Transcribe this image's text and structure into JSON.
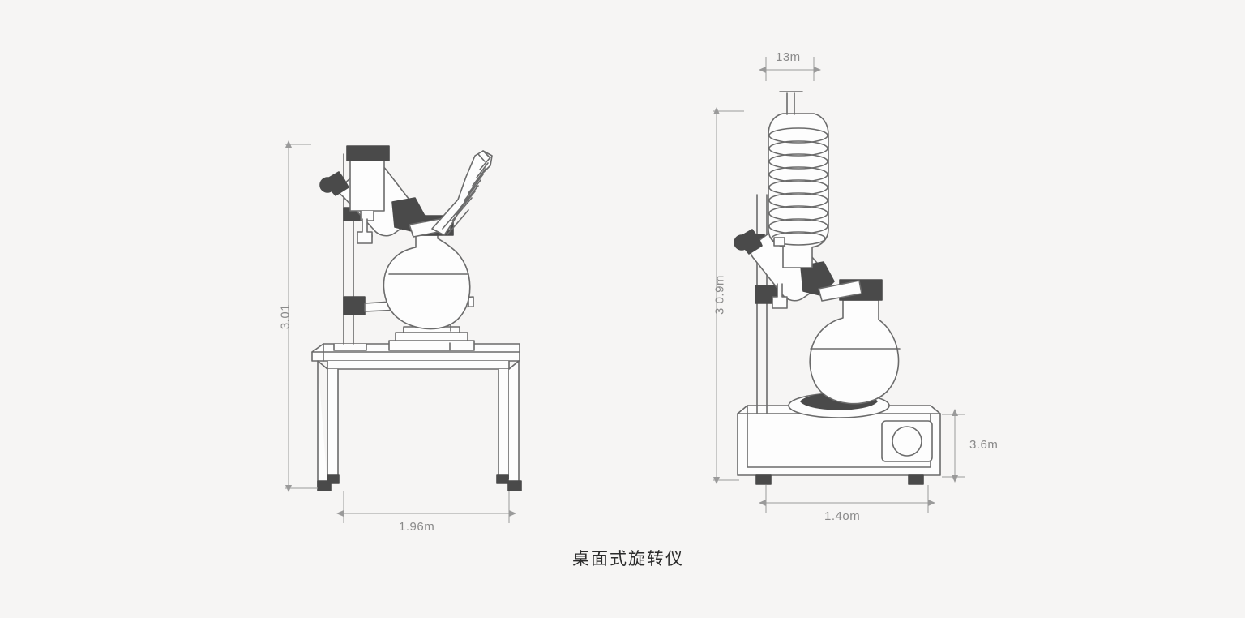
{
  "figure": {
    "caption": "桌面式旋转仪",
    "background_color": "#f6f5f4",
    "line_color": "#6b6b6b",
    "dark_fill": "#4a4a4a",
    "dimension_color": "#8a8a8a"
  },
  "left_view": {
    "name": "bench-mounted rotary evaporator on laboratory table",
    "height_label": "3.01",
    "width_label": "1.96m"
  },
  "right_view": {
    "name": "rotary evaporator on hotplate with vertical coil condenser",
    "condenser_width_label": "13m",
    "height_label": "3 0.9m",
    "base_height_label": "3.6m",
    "width_label": "1.4om"
  }
}
